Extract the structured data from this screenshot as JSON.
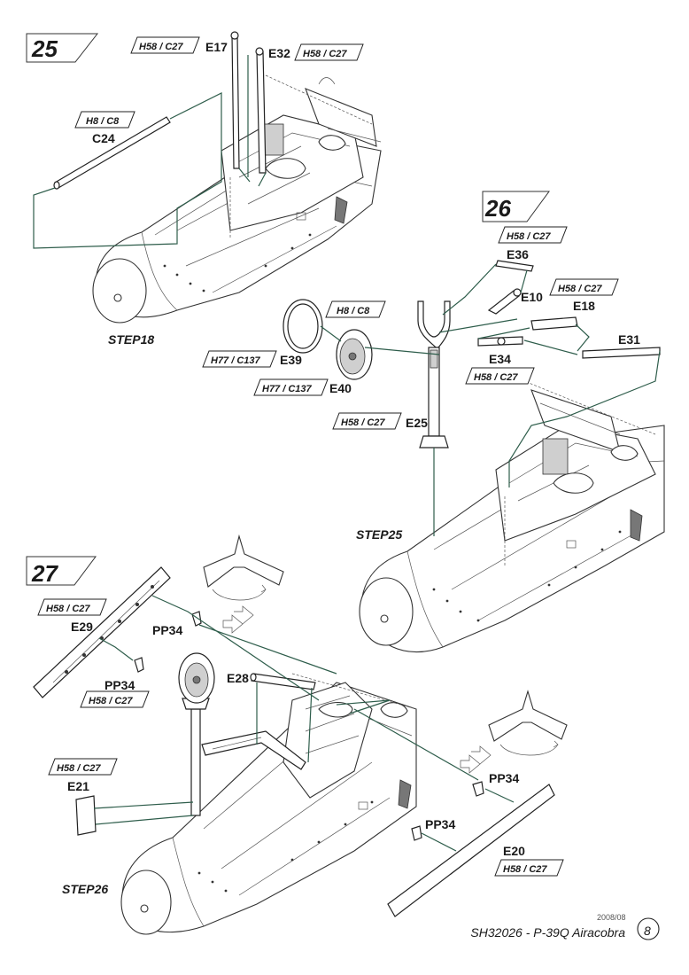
{
  "steps": {
    "s25": {
      "number": "25",
      "labels": {
        "e17": "E17",
        "e32": "E32",
        "c24": "C24",
        "paint_e17": "H58 / C27",
        "paint_e32": "H58 / C27",
        "paint_c24": "H8 / C8",
        "ref": "STEP18"
      }
    },
    "s26": {
      "number": "26",
      "labels": {
        "e36": "E36",
        "e10": "E10",
        "e18": "E18",
        "e31": "E31",
        "e34": "E34",
        "e39": "E39",
        "e40": "E40",
        "e25": "E25",
        "paint_e36": "H58 / C27",
        "paint_e18": "H58 / C27",
        "paint_e34": "H58 / C27",
        "paint_e40_top": "H8 / C8",
        "paint_e39": "H77 / C137",
        "paint_e40": "H77 / C137",
        "paint_e25": "H58 / C27",
        "ref": "STEP25"
      }
    },
    "s27": {
      "number": "27",
      "labels": {
        "e29": "E29",
        "pp34_a": "PP34",
        "pp34_b": "PP34",
        "pp34_c": "PP34",
        "pp34_d": "PP34",
        "e28": "E28",
        "e21": "E21",
        "e20": "E20",
        "paint_e29": "H58 / C27",
        "paint_pp34": "H58 / C27",
        "paint_e21": "H58 / C27",
        "paint_e20": "H58 / C27",
        "ref": "STEP26"
      }
    }
  },
  "footer": {
    "date": "2008/08",
    "title": "SH32026 - P-39Q Airacobra",
    "page_number": "8"
  },
  "colors": {
    "leader": "#2e5d4b",
    "ink": "#1a1a1a"
  }
}
